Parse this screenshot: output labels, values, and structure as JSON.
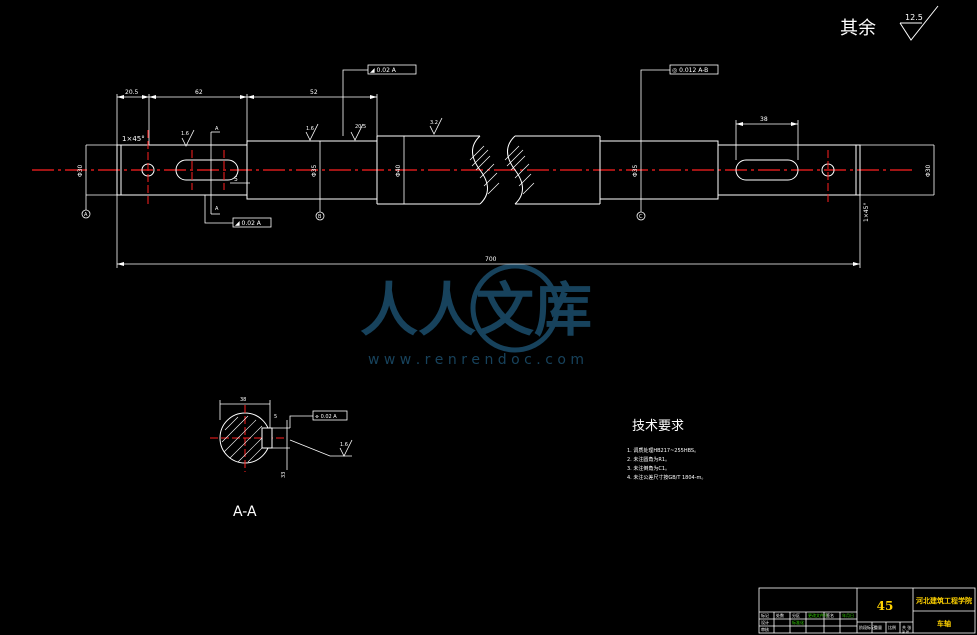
{
  "roughness": {
    "label": "其余",
    "value": "12.5",
    "mark_center": "3.2",
    "mark_left": "1.6",
    "mark_left2": "1.6",
    "mark_collar": "20.5",
    "mark_section": "1.6"
  },
  "dims": {
    "d_left": "20.5",
    "d_mid": "62",
    "d_mid2": "52",
    "d_key_right": "38",
    "d_overall": "700",
    "chamfer_left": "1×45°",
    "chamfer_right": "1×45°",
    "key_small": "5",
    "sec_width": "38",
    "sec_depth": "5",
    "sec_height": "33",
    "dia1": "Φ30",
    "dia2": "Φ35",
    "dia3": "Φ40",
    "dia4": "Φ35",
    "dia5": "Φ30"
  },
  "tolerances": {
    "top_mid": "◢ 0.02 A",
    "top_right": "◎ 0.012 A-B",
    "bottom_left": "◢ 0.02 A",
    "section": "⌯ 0.02 A"
  },
  "datums": {
    "a": "A",
    "b": "B",
    "c": "C",
    "d": "A"
  },
  "section_view": {
    "label": "A-A",
    "arrow_label": "A"
  },
  "notes": {
    "title": "技术要求",
    "items": [
      "1. 调质处理HB217~255HBS。",
      "2. 未注圆角为R1。",
      "3. 未注倒角为C1。",
      "4. 未注公差尺寸按GB/T 1804-m。"
    ]
  },
  "watermark": {
    "brand": "人人文库",
    "url": "w w w . r e n r e n d o c . c o m"
  },
  "title_block": {
    "material": "45",
    "school": "河北建筑工程学院",
    "part_name": "车轴",
    "row_labels": [
      "标记",
      "处数",
      "分区",
      "更改文件号",
      "签名",
      "年月日"
    ],
    "row_labels2": [
      "设计",
      "标准化",
      "阶段标记",
      "重量",
      "比例"
    ],
    "hl": "审核",
    "footer": [
      "共 张",
      "第 张"
    ]
  },
  "colors": {
    "line": "#ffffff",
    "center": "#ff2020",
    "watermark": "#1a4a66",
    "title_yellow": "#ffd200",
    "green": "#30d000"
  }
}
